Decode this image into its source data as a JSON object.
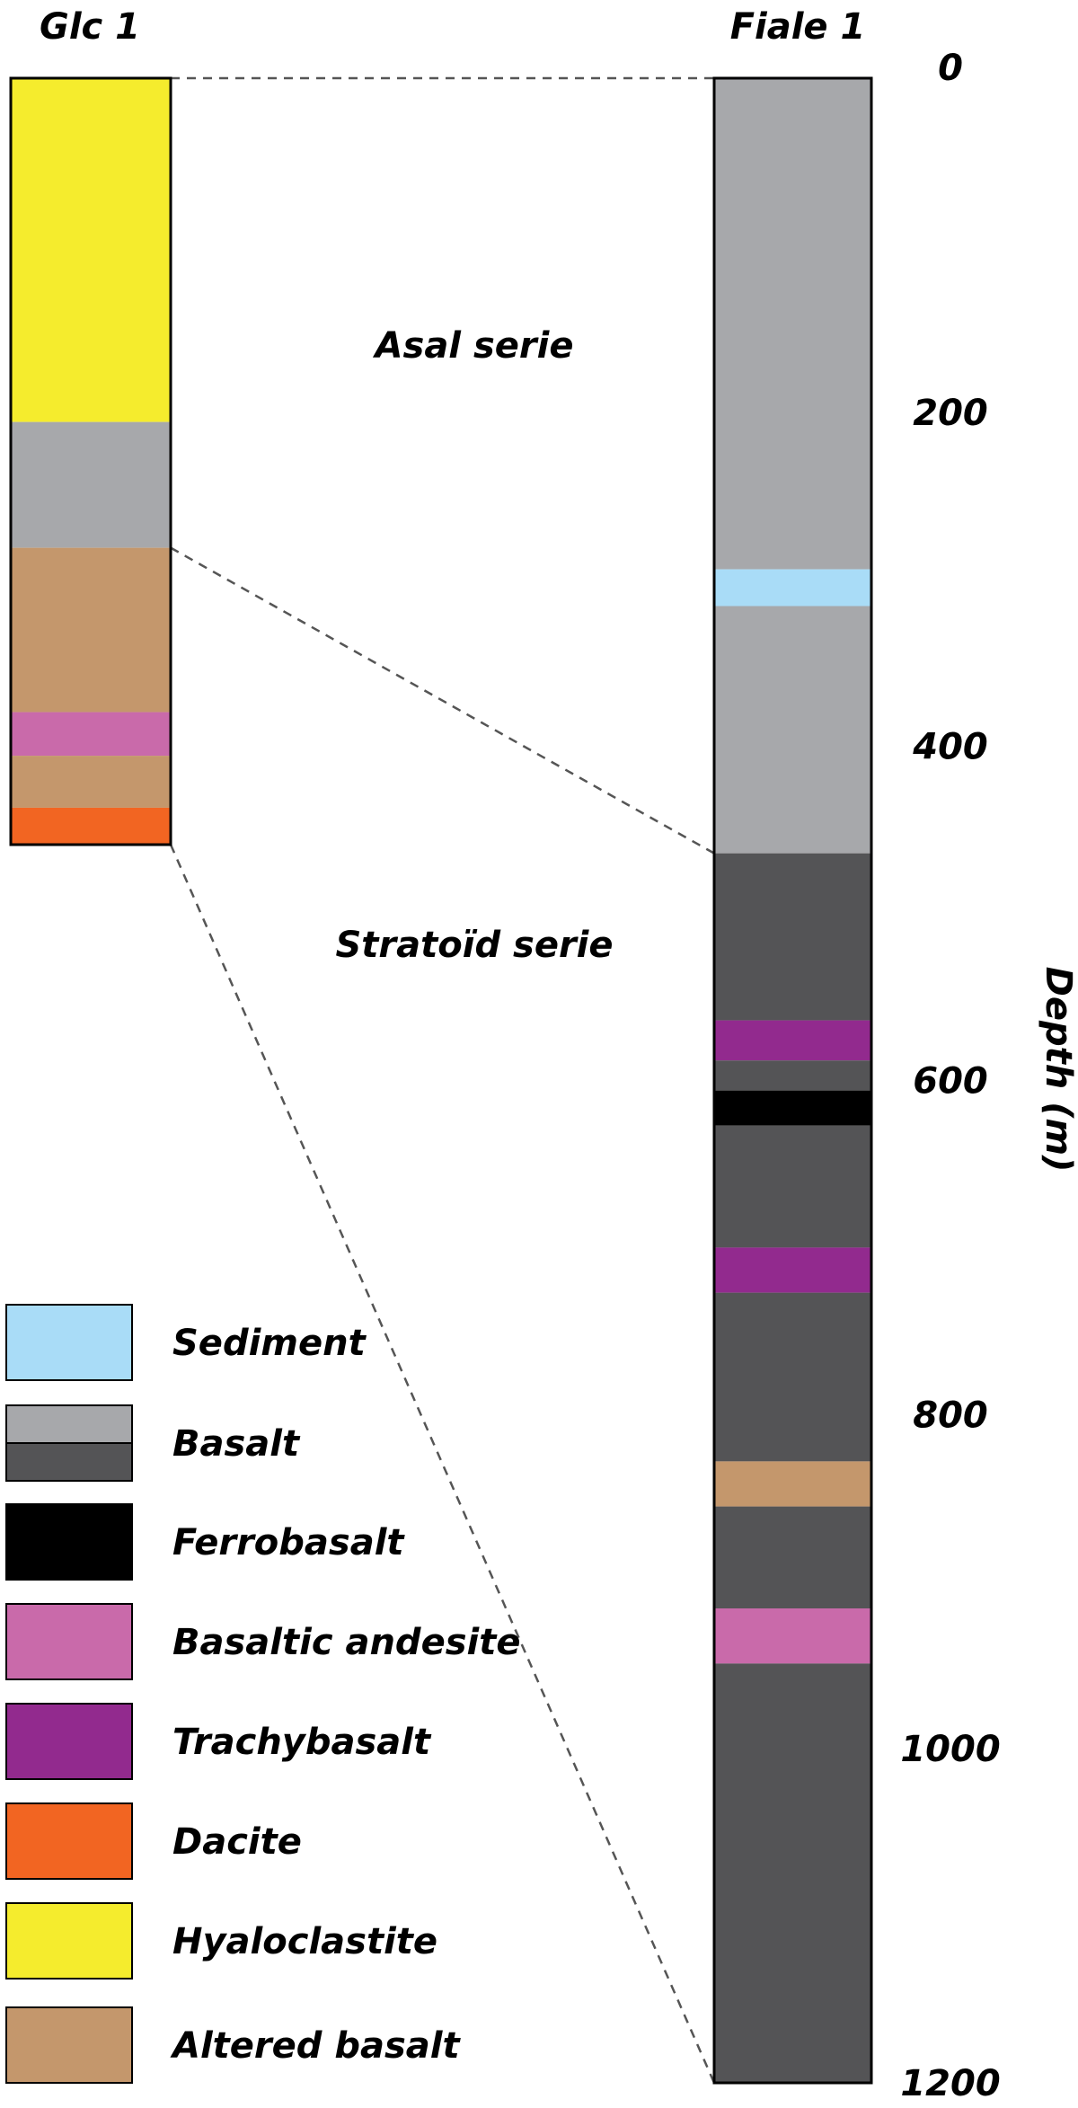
{
  "titles": {
    "glc1": "Glc 1",
    "fiale1": "Fiale 1"
  },
  "series": {
    "asal": "Asal serie",
    "stratoid": "Stratoïd serie"
  },
  "axis": {
    "label": "Depth (m)",
    "ticks": [
      "0",
      "200",
      "400",
      "600",
      "800",
      "1000",
      "1200"
    ]
  },
  "colors": {
    "sediment": "#a9dcf7",
    "basalt_light": "#a7a8ab",
    "basalt_dark": "#545456",
    "ferrobasalt": "#000000",
    "basaltic_andesite": "#c96aaa",
    "trachybasalt": "#922a8e",
    "dacite": "#f26522",
    "hyaloclastite": "#f5ec2d",
    "altered_basalt": "#c4976c"
  },
  "legend": [
    {
      "key": "sediment",
      "label": "Sediment"
    },
    {
      "key": "basalt",
      "label": "Basalt"
    },
    {
      "key": "ferrobasalt",
      "label": "Ferrobasalt"
    },
    {
      "key": "basaltic_andesite",
      "label": "Basaltic andesite"
    },
    {
      "key": "trachybasalt",
      "label": "Trachybasalt"
    },
    {
      "key": "dacite",
      "label": "Dacite"
    },
    {
      "key": "hyaloclastite",
      "label": "Hyaloclastite"
    },
    {
      "key": "altered_basalt",
      "label": "Altered basalt"
    }
  ],
  "glc1_layers": [
    {
      "top": 0,
      "bottom": 205,
      "unit": "hyaloclastite"
    },
    {
      "top": 205,
      "bottom": 280,
      "unit": "basalt_light"
    },
    {
      "top": 280,
      "bottom": 378,
      "unit": "altered_basalt"
    },
    {
      "top": 378,
      "bottom": 404,
      "unit": "basaltic_andesite"
    },
    {
      "top": 404,
      "bottom": 435,
      "unit": "altered_basalt"
    },
    {
      "top": 435,
      "bottom": 457,
      "unit": "dacite"
    }
  ],
  "fiale1_layers": [
    {
      "top": 0,
      "bottom": 294,
      "unit": "basalt_light"
    },
    {
      "top": 294,
      "bottom": 316,
      "unit": "sediment"
    },
    {
      "top": 316,
      "bottom": 464,
      "unit": "basalt_light"
    },
    {
      "top": 464,
      "bottom": 564,
      "unit": "basalt_dark"
    },
    {
      "top": 564,
      "bottom": 588,
      "unit": "trachybasalt"
    },
    {
      "top": 588,
      "bottom": 606,
      "unit": "basalt_dark"
    },
    {
      "top": 606,
      "bottom": 627,
      "unit": "ferrobasalt"
    },
    {
      "top": 627,
      "bottom": 700,
      "unit": "basalt_dark"
    },
    {
      "top": 700,
      "bottom": 727,
      "unit": "trachybasalt"
    },
    {
      "top": 727,
      "bottom": 828,
      "unit": "basalt_dark"
    },
    {
      "top": 828,
      "bottom": 855,
      "unit": "altered_basalt"
    },
    {
      "top": 855,
      "bottom": 916,
      "unit": "basalt_dark"
    },
    {
      "top": 916,
      "bottom": 949,
      "unit": "basaltic_andesite"
    },
    {
      "top": 949,
      "bottom": 1200,
      "unit": "basalt_dark"
    }
  ],
  "correlation": [
    {
      "glc1_depth": 0,
      "fiale1_depth": 0
    },
    {
      "glc1_depth": 280,
      "fiale1_depth": 464
    },
    {
      "glc1_depth": 457,
      "fiale1_depth": 1200
    }
  ]
}
